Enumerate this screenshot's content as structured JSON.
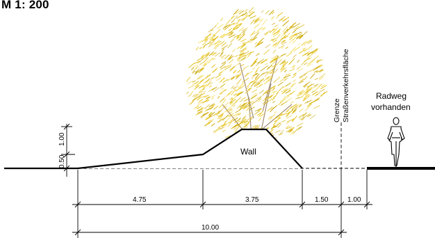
{
  "scale_label": "M 1: 200",
  "labels": {
    "wall": "Wall",
    "radweg_line1": "Radweg",
    "radweg_line2": "vorhanden",
    "grenze_line1": "Grenze",
    "grenze_line2": "Straßenverkehrsfläche"
  },
  "heights": [
    "1.00",
    "0.50"
  ],
  "dimensions": {
    "segments": [
      "4.75",
      "3.75",
      "1.50",
      "1.00"
    ],
    "total": "10.00"
  },
  "colors": {
    "line": "#000000",
    "foliage": [
      "#e8c21c",
      "#d9b300",
      "#f2d640",
      "#c9a400"
    ],
    "branches": "#7a5a3a"
  },
  "icons": [
    "tree-icon",
    "cyclist-icon"
  ]
}
